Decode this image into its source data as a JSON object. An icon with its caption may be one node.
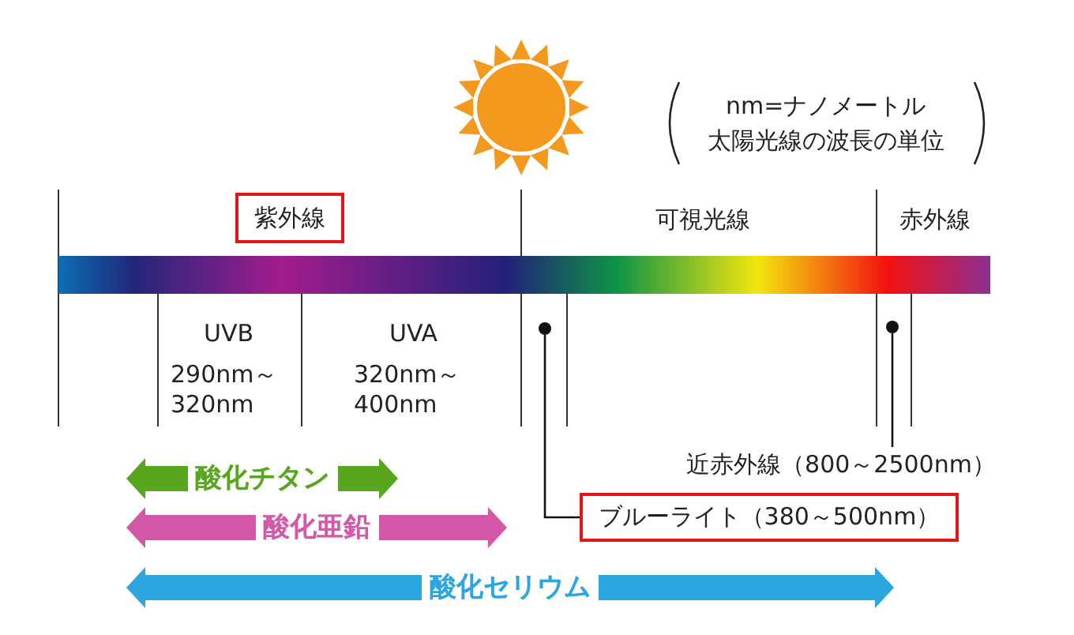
{
  "diagram": {
    "nodes": [
      {
        "text": [
          "紫外線"
        ]
      },
      {
        "text": [
          "近赤外線（800～2500nm）"
        ]
      },
      {
        "text": [
          "ブルーライト（380～500nm）"
        ]
      },
      {
        "text": [],
        "shape": "bar"
      },
      {
        "text": [],
        "shape": "circle"
      },
      {
        "text": [],
        "shape": "circle"
      }
    ],
    "edges": [
      {
        "from": 2,
        "to": 4,
        "arrow": "none"
      },
      {
        "from": 1,
        "to": 5,
        "arrow": "none"
      }
    ],
    "labels": [
      "nm=ナノメートル",
      "太陽光線の波長の単位",
      "可視光線",
      "赤外線",
      "UVB",
      "290nm～ 320nm",
      "UVA",
      "320nm～ 400nm",
      "酸化チタン",
      "酸化亜鉛",
      "酸化セリウム"
    ]
  }
}
